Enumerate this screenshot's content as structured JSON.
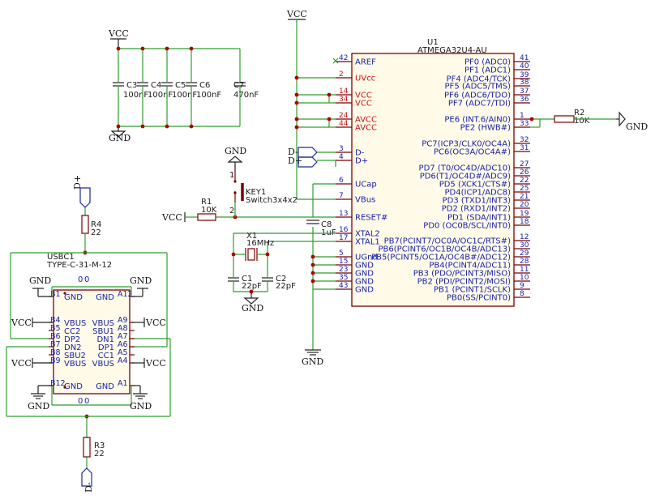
{
  "power": {
    "vcc": "VCC",
    "gnd": "GND"
  },
  "nets": {
    "d_plus": "D+",
    "d_minus": "D-"
  },
  "decoupling_caps": [
    {
      "ref": "C3",
      "value": "100nF"
    },
    {
      "ref": "C4",
      "value": "100nF"
    },
    {
      "ref": "C5",
      "value": "100nF"
    },
    {
      "ref": "C6",
      "value": "100nF"
    },
    {
      "ref": "C7",
      "value": "470nF"
    }
  ],
  "components": {
    "u1": {
      "ref": "U1",
      "value": "ATMEGA32U4-AU"
    },
    "r1": {
      "ref": "R1",
      "value": "10K"
    },
    "r2": {
      "ref": "R2",
      "value": "10K"
    },
    "r3": {
      "ref": "R3",
      "value": "22"
    },
    "r4": {
      "ref": "R4",
      "value": "22"
    },
    "c1": {
      "ref": "C1",
      "value": "22pF"
    },
    "c2": {
      "ref": "C2",
      "value": "22pF"
    },
    "c8": {
      "ref": "C8",
      "value": "1uF"
    },
    "x1": {
      "ref": "X1",
      "value": "16MHz"
    },
    "key1": {
      "ref": "KEY1",
      "value": "Switch3x4x2"
    },
    "usbc1": {
      "ref": "USBC1",
      "value": "TYPE-C-31-M-12"
    }
  },
  "switch_pins": {
    "p1": "1",
    "p2": "2"
  },
  "u1_left_pins": [
    {
      "num": "42",
      "name": "AREF",
      "color": "#1a22aa"
    },
    {
      "num": "2",
      "name": "UVcc",
      "color": "#cc1010"
    },
    {
      "num": "14",
      "name": "VCC",
      "color": "#cc1010"
    },
    {
      "num": "34",
      "name": "VCC",
      "color": "#cc1010"
    },
    {
      "num": "24",
      "name": "AVCC",
      "color": "#cc1010"
    },
    {
      "num": "44",
      "name": "AVCC",
      "color": "#cc1010"
    },
    {
      "num": "3",
      "name": "D-",
      "color": "#1a22aa"
    },
    {
      "num": "4",
      "name": "D+",
      "color": "#1a22aa"
    },
    {
      "num": "6",
      "name": "UCap",
      "color": "#1a22aa"
    },
    {
      "num": "7",
      "name": "VBus",
      "color": "#1a22aa"
    },
    {
      "num": "13",
      "name": "RESET#",
      "color": "#1a22aa"
    },
    {
      "num": "16",
      "name": "XTAL2",
      "color": "#1a22aa"
    },
    {
      "num": "17",
      "name": "XTAL1",
      "color": "#1a22aa"
    },
    {
      "num": "5",
      "name": "UGnd",
      "color": "#1a22aa"
    },
    {
      "num": "15",
      "name": "GND",
      "color": "#1a22aa"
    },
    {
      "num": "23",
      "name": "GND",
      "color": "#1a22aa"
    },
    {
      "num": "35",
      "name": "GND",
      "color": "#1a22aa"
    },
    {
      "num": "43",
      "name": "GND",
      "color": "#1a22aa"
    }
  ],
  "u1_right_pins": [
    {
      "num": "41",
      "name": "PF0 (ADC0)"
    },
    {
      "num": "40",
      "name": "PF1 (ADC1)"
    },
    {
      "num": "39",
      "name": "PF4 (ADC4/TCK)"
    },
    {
      "num": "38",
      "name": "PF5 (ADC5/TMS)"
    },
    {
      "num": "37",
      "name": "PF6 (ADC6/TDO)"
    },
    {
      "num": "36",
      "name": "PF7 (ADC7/TDI)"
    },
    {
      "num": "1",
      "name": "PE6 (INT.6/AIN0)"
    },
    {
      "num": "33",
      "name": "PE2 (HWB#)"
    },
    {
      "num": "32",
      "name": "PC7(ICP3/CLK0/OC4A)"
    },
    {
      "num": "31",
      "name": "PC6(OC3A/OC4A#)"
    },
    {
      "num": "27",
      "name": "PD7 (T0/OC4D/ADC10)"
    },
    {
      "num": "26",
      "name": "PD6(T1/OC4D#/ADC9)"
    },
    {
      "num": "22",
      "name": "PD5 (XCK1/CTS#)"
    },
    {
      "num": "25",
      "name": "PD4(ICP1/ADC8)"
    },
    {
      "num": "21",
      "name": "PD3 (TXD1/INT3)"
    },
    {
      "num": "20",
      "name": "PD2 (RXD1/INT2)"
    },
    {
      "num": "19",
      "name": "PD1 (SDA/INT1)"
    },
    {
      "num": "18",
      "name": "PD0 (OC0B/SCL/INT0)"
    },
    {
      "num": "12",
      "name": "PB7(PCINT7/OC0A/OC1C/RTS#)"
    },
    {
      "num": "30",
      "name": "PB6(PCINT6/OC1B/OC4B/ADC13)"
    },
    {
      "num": "29",
      "name": "PB5(PCINT5/OC1A/OC4B#/ADC12)"
    },
    {
      "num": "28",
      "name": "PB4(PCINT4/ADC11)"
    },
    {
      "num": "11",
      "name": "PB3 (PDO/PCINT3/MISO)"
    },
    {
      "num": "10",
      "name": "PB2 (PDI/PCINT2/MOSI)"
    },
    {
      "num": "9",
      "name": "PB1 (PCINT1/SCLK)"
    },
    {
      "num": "8",
      "name": "PB0(SS/PCINT0)"
    }
  ],
  "usbc_left_pins": [
    {
      "num": "B1",
      "name": "GND"
    },
    {
      "num": "B4",
      "name": "VBUS"
    },
    {
      "num": "B5",
      "name": "CC2"
    },
    {
      "num": "B6",
      "name": "DP2"
    },
    {
      "num": "B7",
      "name": "DN2"
    },
    {
      "num": "B8",
      "name": "SBU2"
    },
    {
      "num": "B9",
      "name": "VBUS"
    },
    {
      "num": "B12",
      "name": "GND"
    }
  ],
  "usbc_right_pins": [
    {
      "num": "A12",
      "name": "GND"
    },
    {
      "num": "A9",
      "name": "VBUS"
    },
    {
      "num": "A8",
      "name": "SBU1"
    },
    {
      "num": "A7",
      "name": "DN1"
    },
    {
      "num": "A6",
      "name": "DP1"
    },
    {
      "num": "A5",
      "name": "CC1"
    },
    {
      "num": "A4",
      "name": "VBUS"
    },
    {
      "num": "A1",
      "name": "GND"
    }
  ],
  "usbc_shield_pins": {
    "top_a": "0",
    "top_b": "0",
    "bottom_a": "0",
    "bottom_b": "0"
  }
}
